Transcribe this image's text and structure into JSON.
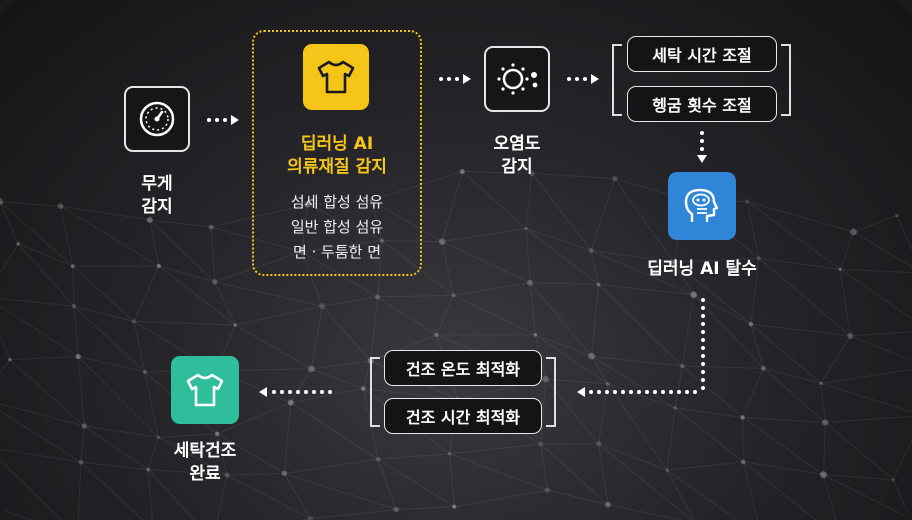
{
  "nodes": {
    "weight": {
      "line1": "무게",
      "line2": "감지"
    },
    "fabric": {
      "line1": "딥러닝 AI",
      "line2": "의류재질 감지",
      "types": [
        "섬세 합성 섬유",
        "일반 합성 섬유",
        "면 · 두툼한 면"
      ]
    },
    "soil": {
      "line1": "오염도",
      "line2": "감지"
    },
    "adjust": [
      "세탁 시간 조절",
      "헹굼 횟수 조절"
    ],
    "spin": {
      "label": "딥러닝 AI 탈수"
    },
    "dry": [
      "건조 온도 최적화",
      "건조 시간 최적화"
    ],
    "done": {
      "line1": "세탁건조",
      "line2": "완료"
    }
  },
  "colors": {
    "accent": "#f5c518",
    "ai_blue": "#2f86d6",
    "done_green": "#2fbe9c"
  },
  "icons": {
    "weight": "gauge-icon",
    "fabric": "tshirt-icon",
    "soil": "dirt-particles-icon",
    "spin": "ai-head-icon",
    "done": "tshirt-icon"
  }
}
